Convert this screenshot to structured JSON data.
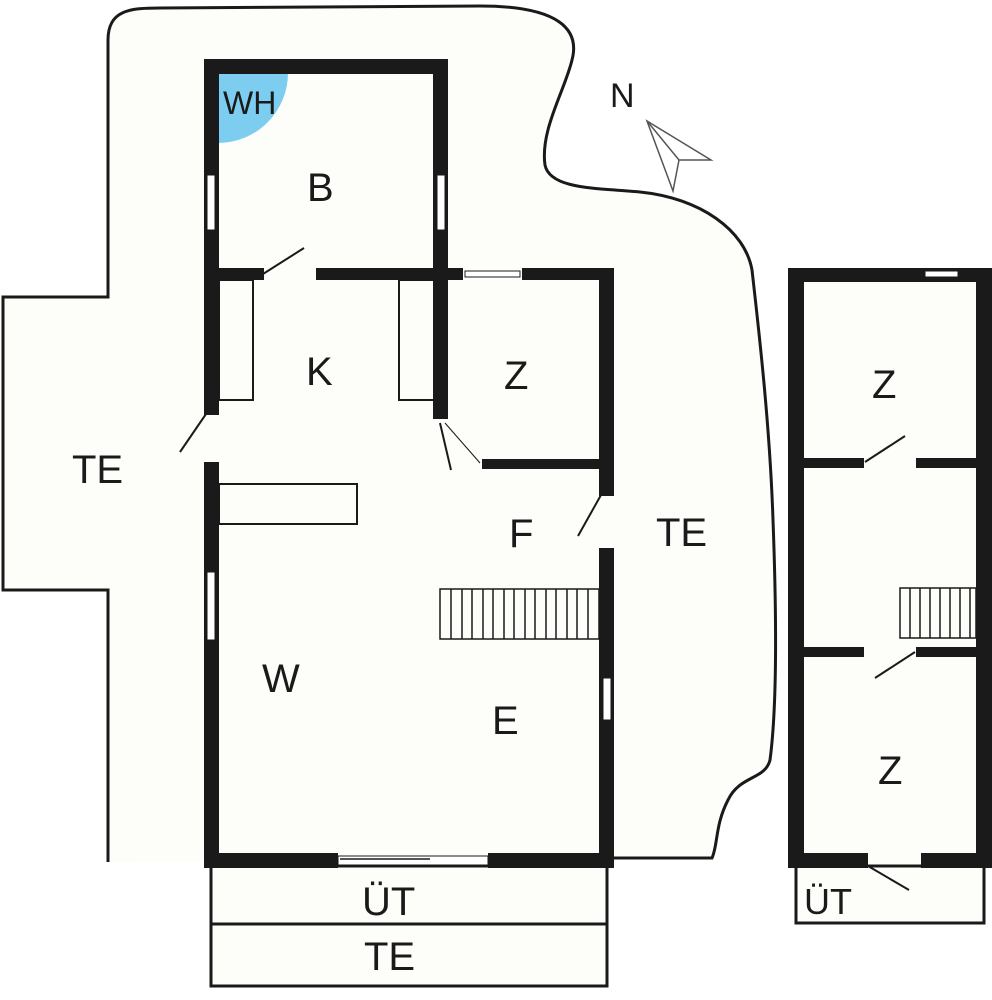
{
  "diagram": {
    "type": "floor-plan",
    "colors": {
      "background": "#ffffff",
      "floor_fill": "#fdfdfa",
      "wall": "#1a1a1a",
      "water_heater": "#7ccdf0",
      "window": "#ffffff"
    },
    "compass": {
      "label": "N",
      "icon": "north-arrow-icon"
    },
    "main_building": {
      "rooms": [
        {
          "id": "bathroom",
          "label": "B"
        },
        {
          "id": "water-heater",
          "label": "WH"
        },
        {
          "id": "kitchen",
          "label": "K"
        },
        {
          "id": "bedroom",
          "label": "Z"
        },
        {
          "id": "hallway",
          "label": "F"
        },
        {
          "id": "living-room",
          "label": "W"
        },
        {
          "id": "dining-area",
          "label": "E"
        }
      ],
      "terraces": [
        {
          "id": "terrace-west",
          "label": "TE"
        },
        {
          "id": "terrace-east",
          "label": "TE"
        },
        {
          "id": "terrace-south",
          "label": "TE"
        }
      ],
      "porch": {
        "id": "covered-terrace",
        "label": "ÜT"
      }
    },
    "annex_building": {
      "rooms": [
        {
          "id": "annex-bedroom-1",
          "label": "Z"
        },
        {
          "id": "annex-bedroom-2",
          "label": "Z"
        }
      ],
      "porch": {
        "id": "annex-covered-terrace",
        "label": "ÜT"
      }
    }
  }
}
